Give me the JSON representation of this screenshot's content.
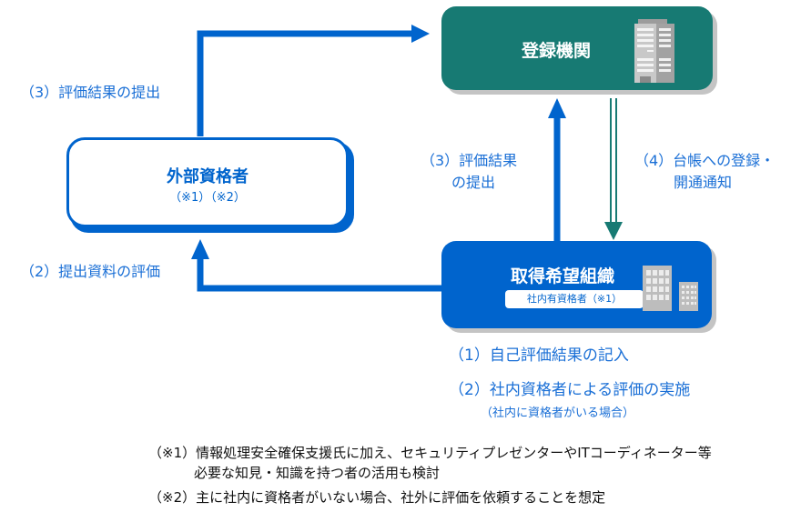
{
  "colors": {
    "blue": "#0064cd",
    "teal": "#177a73",
    "label_blue": "#1a6fd6",
    "note_text": "#111111",
    "building_gray": "#a8a8a8"
  },
  "nodes": {
    "registration_body": {
      "title": "登録機関",
      "icon": "office-building-icon"
    },
    "external_qualifier": {
      "title": "外部資格者",
      "note": "（※1）（※2）"
    },
    "applicant_org": {
      "title": "取得希望組織",
      "badge": "社内有資格者（※1）",
      "icon": "company-buildings-icon"
    }
  },
  "arrows": {
    "ext_to_registration": {
      "label": "（3）評価結果の提出"
    },
    "org_to_external": {
      "label": "（2）提出資料の評価"
    },
    "org_to_registration": {
      "label_line1": "（3）評価結果",
      "label_line2": "の提出"
    },
    "registration_to_org": {
      "label_line1": "（4）台帳への登録・",
      "label_line2": "開通通知"
    }
  },
  "org_steps": [
    {
      "text": "（1）自己評価結果の記入"
    },
    {
      "text": "（2）社内資格者による評価の実施"
    }
  ],
  "org_step_note": "（社内に資格者がいる場合）",
  "footnotes": {
    "note1_line1": "（※1）情報処理安全確保支援氏に加え、セキュリティプレゼンターやITコーディネーター等",
    "note1_line2": "必要な知見・知識を持つ者の活用も検討",
    "note2": "（※2）主に社内に資格者がいない場合、社外に評価を依頼することを想定"
  }
}
